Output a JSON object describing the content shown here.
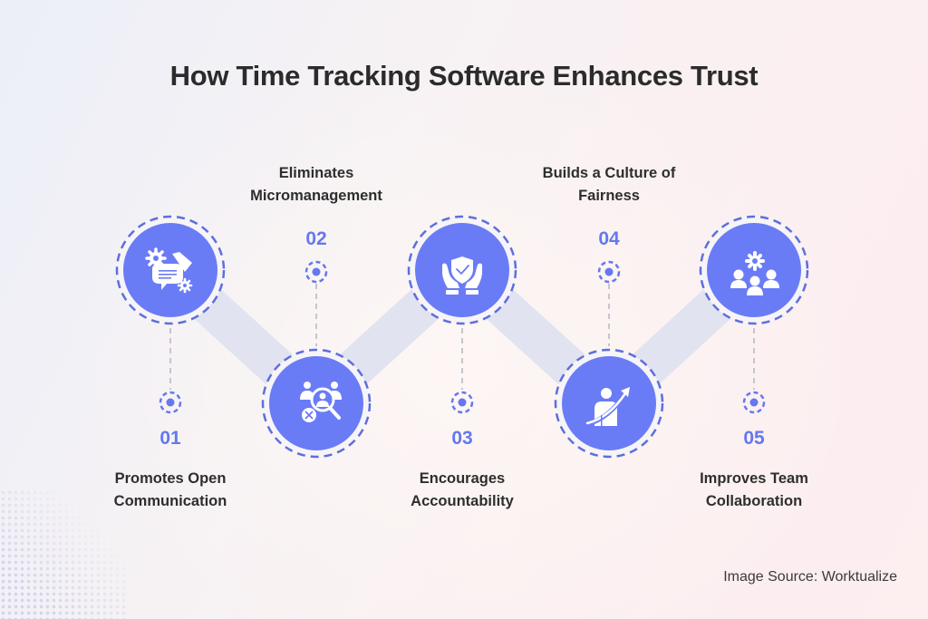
{
  "title": "How Time Tracking Software Enhances Trust",
  "colors": {
    "accent": "#6478f0",
    "circle_fill": "#6a7cf5",
    "ring": "#5d6fdc",
    "path": "#dfe1f0",
    "connector": "#c9c9cf",
    "text": "#2e2e2e"
  },
  "steps": [
    {
      "number": "01",
      "label_line1": "Promotes Open",
      "label_line2": "Communication",
      "icon": "megaphone-chat-gears-icon",
      "position": "top"
    },
    {
      "number": "02",
      "label_line1": "Eliminates",
      "label_line2": "Micromanagement",
      "icon": "people-search-x-icon",
      "position": "bottom"
    },
    {
      "number": "03",
      "label_line1": "Encourages",
      "label_line2": "Accountability",
      "icon": "hands-shield-check-icon",
      "position": "top"
    },
    {
      "number": "04",
      "label_line1": "Builds a Culture of",
      "label_line2": "Fairness",
      "icon": "person-growth-arrow-icon",
      "position": "bottom"
    },
    {
      "number": "05",
      "label_line1": "Improves Team",
      "label_line2": "Collaboration",
      "icon": "team-gear-icon",
      "position": "top"
    }
  ],
  "source": "Image Source: Worktualize"
}
